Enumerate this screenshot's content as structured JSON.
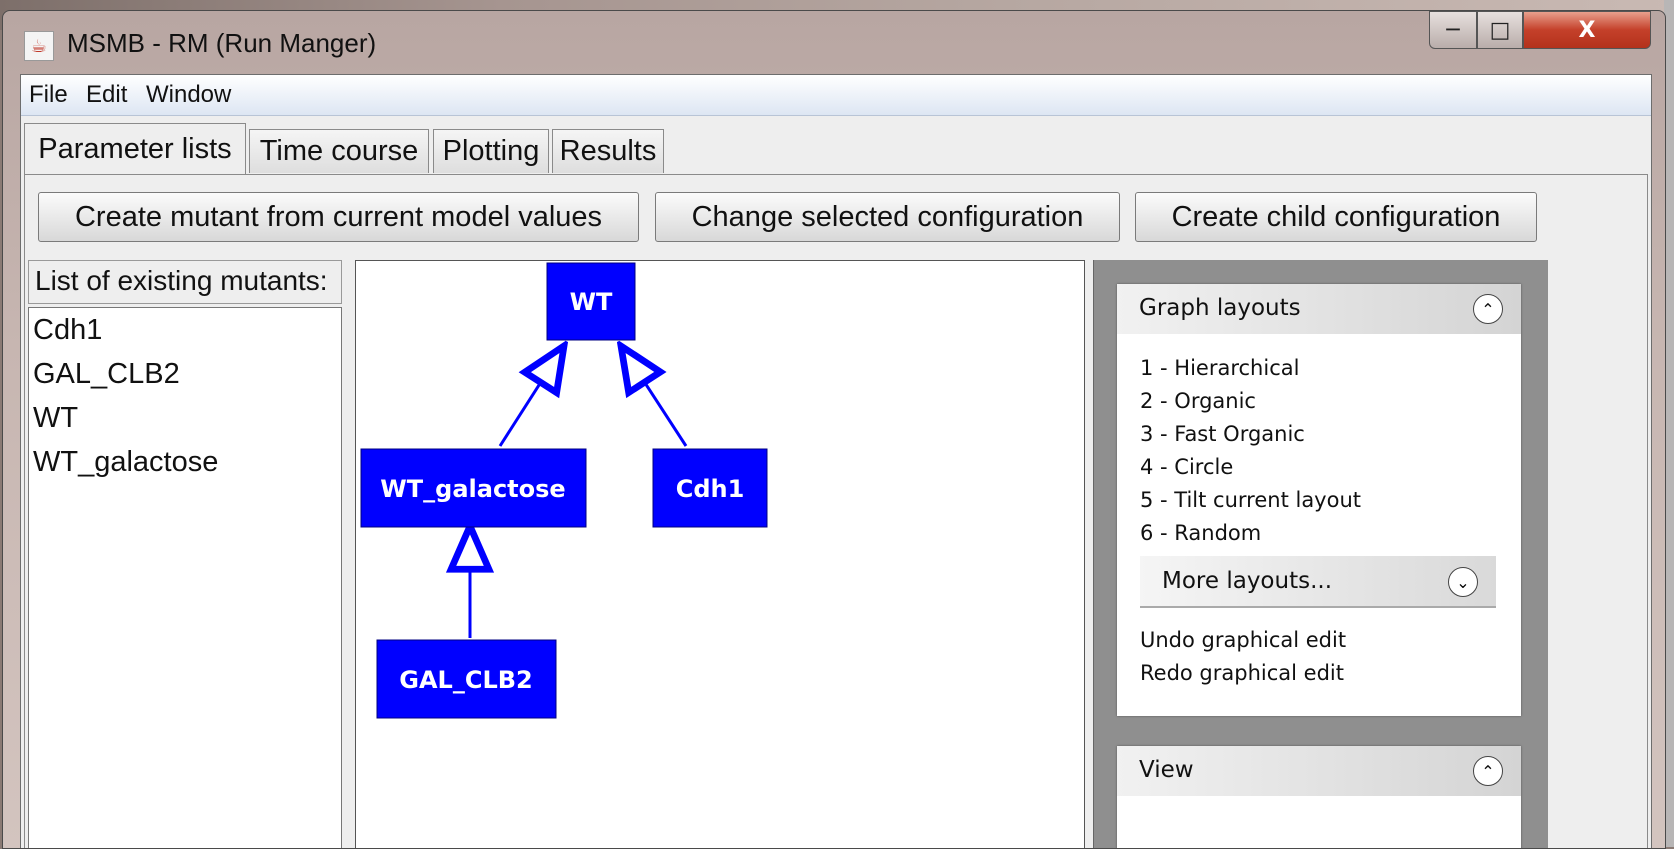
{
  "window": {
    "title": "MSMB - RM (Run Manger)"
  },
  "menubar": [
    "File",
    "Edit",
    "Window"
  ],
  "tabs": [
    "Parameter lists",
    "Time course",
    "Plotting",
    "Results"
  ],
  "actions": {
    "create_mutant": "Create mutant from current model values",
    "change_config": "Change selected configuration",
    "create_child": "Create child configuration"
  },
  "mutant_list": {
    "header": "List of existing mutants:",
    "items": [
      "Cdh1",
      "GAL_CLB2",
      "WT",
      "WT_galactose"
    ]
  },
  "graph": {
    "nodes": [
      "WT",
      "WT_galactose",
      "Cdh1",
      "GAL_CLB2"
    ],
    "edges": [
      [
        "WT_galactose",
        "WT"
      ],
      [
        "Cdh1",
        "WT"
      ],
      [
        "GAL_CLB2",
        "WT_galactose"
      ]
    ],
    "node_color": "#0000ff"
  },
  "side_panel": {
    "graph_layouts": {
      "title": "Graph layouts",
      "items": [
        "1 - Hierarchical",
        "2 - Organic",
        "3 - Fast Organic",
        "4 - Circle",
        "5 - Tilt current layout",
        "6 - Random"
      ],
      "more": "More layouts...",
      "undo": "Undo graphical edit",
      "redo": "Redo graphical edit"
    },
    "view": {
      "title": "View"
    }
  }
}
